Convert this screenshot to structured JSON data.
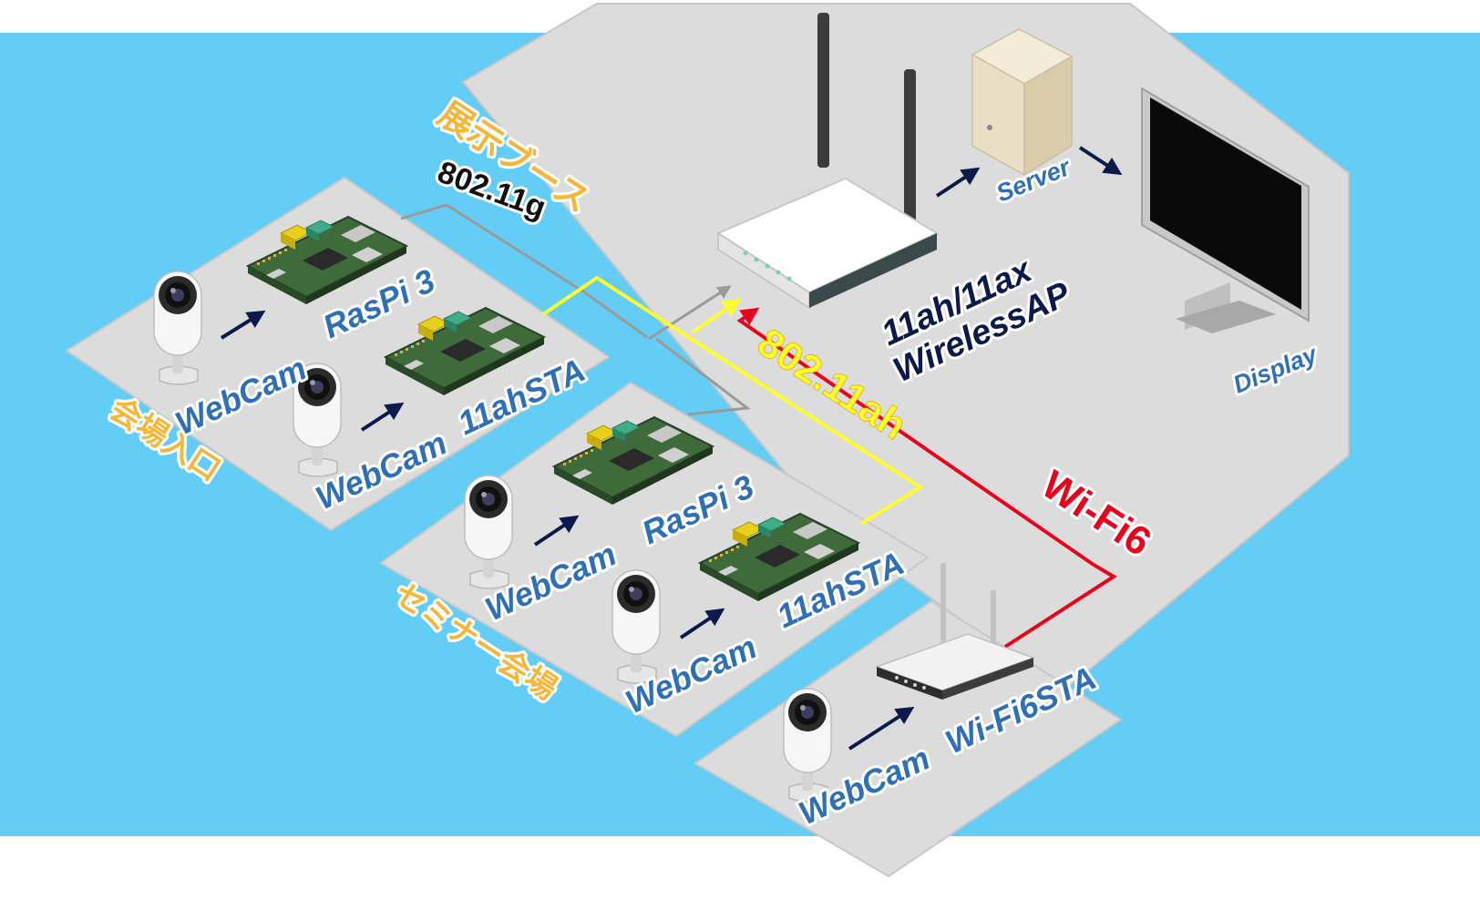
{
  "colors": {
    "background": "#63cdf5",
    "floor": "#dcdcdc",
    "label_blue": "#2f6fb5",
    "label_navy": "#0b1a4a",
    "zone_orange": "#f5b63a",
    "link_11g": "#9a9a9a",
    "link_11ah": "#ffff2e",
    "link_wifi6": "#e8001c",
    "arrow": "#0b1a4a"
  },
  "zones": {
    "booth": "展示ブース",
    "entrance": "会場入口",
    "seminar": "セミナー会場"
  },
  "links": {
    "g": "802.11g",
    "ah": "802.11ah",
    "wifi6": "Wi-Fi6"
  },
  "devices": {
    "access_point": {
      "line1": "11ah/11ax",
      "line2": "WirelessAP",
      "icon": "wireless-router-icon"
    },
    "server": {
      "label": "Server",
      "icon": "server-tower-icon"
    },
    "display": {
      "label": "Display",
      "icon": "monitor-icon"
    },
    "entrance_raspi": {
      "label": "RasPi 3",
      "icon": "raspberry-pi-board-icon"
    },
    "entrance_11ahsta": {
      "label": "11ahSTA",
      "icon": "raspberry-pi-board-icon"
    },
    "seminar_raspi": {
      "label": "RasPi 3",
      "icon": "raspberry-pi-board-icon"
    },
    "seminar_11ahsta": {
      "label": "11ahSTA",
      "icon": "raspberry-pi-board-icon"
    },
    "wifi6_sta": {
      "label": "Wi-Fi6STA",
      "icon": "wireless-router-icon"
    }
  },
  "webcams": [
    {
      "label": "WebCam",
      "icon": "webcam-icon"
    },
    {
      "label": "WebCam",
      "icon": "webcam-icon"
    },
    {
      "label": "WebCam",
      "icon": "webcam-icon"
    },
    {
      "label": "WebCam",
      "icon": "webcam-icon"
    },
    {
      "label": "WebCam",
      "icon": "webcam-icon"
    }
  ]
}
